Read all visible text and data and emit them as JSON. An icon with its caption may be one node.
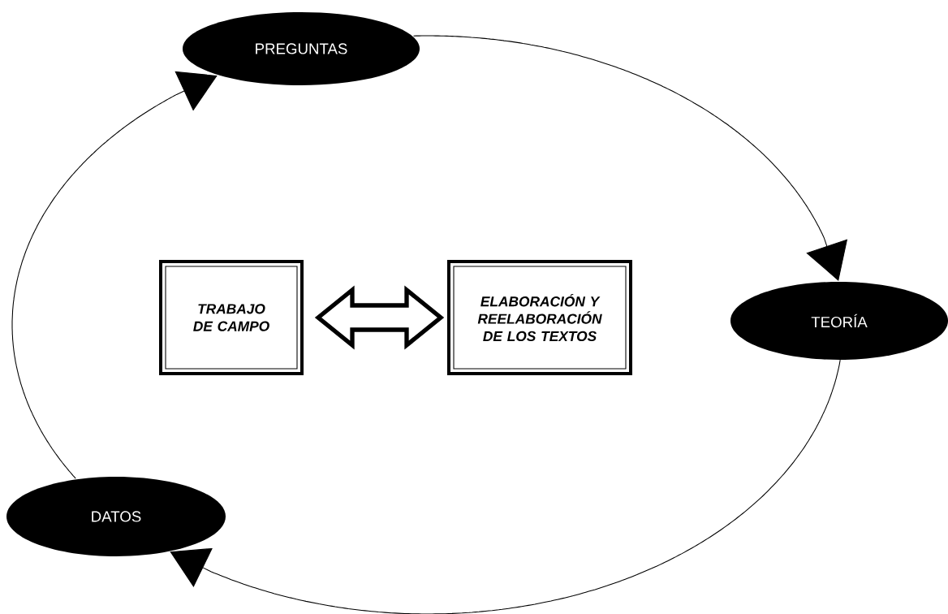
{
  "diagram": {
    "nodes": [
      {
        "text": [
          "PREGUNTAS"
        ]
      },
      {
        "text": [
          "TEORÍA"
        ]
      },
      {
        "text": [
          "DATOS"
        ]
      },
      {
        "text": [
          "TRABAJO DE CAMPO"
        ]
      },
      {
        "text": [
          "ELABORACIÓN Y REELABORACIÓN DE LOS TEXTOS"
        ]
      }
    ],
    "edges": [
      {
        "from": 0,
        "to": 1,
        "arrow": "to"
      },
      {
        "from": 1,
        "to": 2,
        "arrow": "to"
      },
      {
        "from": 2,
        "to": 0,
        "arrow": "to"
      },
      {
        "from": 3,
        "to": 4,
        "arrow": "both"
      }
    ]
  }
}
